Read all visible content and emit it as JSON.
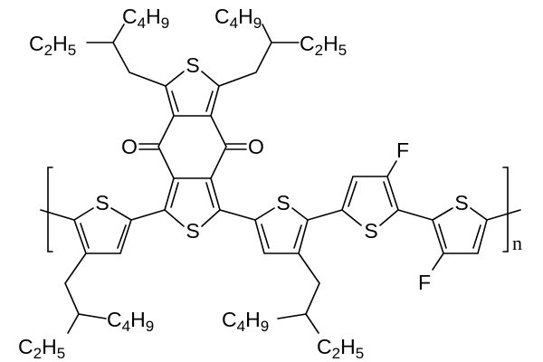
{
  "atoms": {
    "sulfur": "S",
    "oxygen": "O",
    "fluorine": "F"
  },
  "groups": {
    "ethyl": "C2H5",
    "butyl": "C4H9"
  },
  "repeat_index": "n",
  "colors": {
    "ink": "#000000",
    "background": "#ffffff"
  }
}
